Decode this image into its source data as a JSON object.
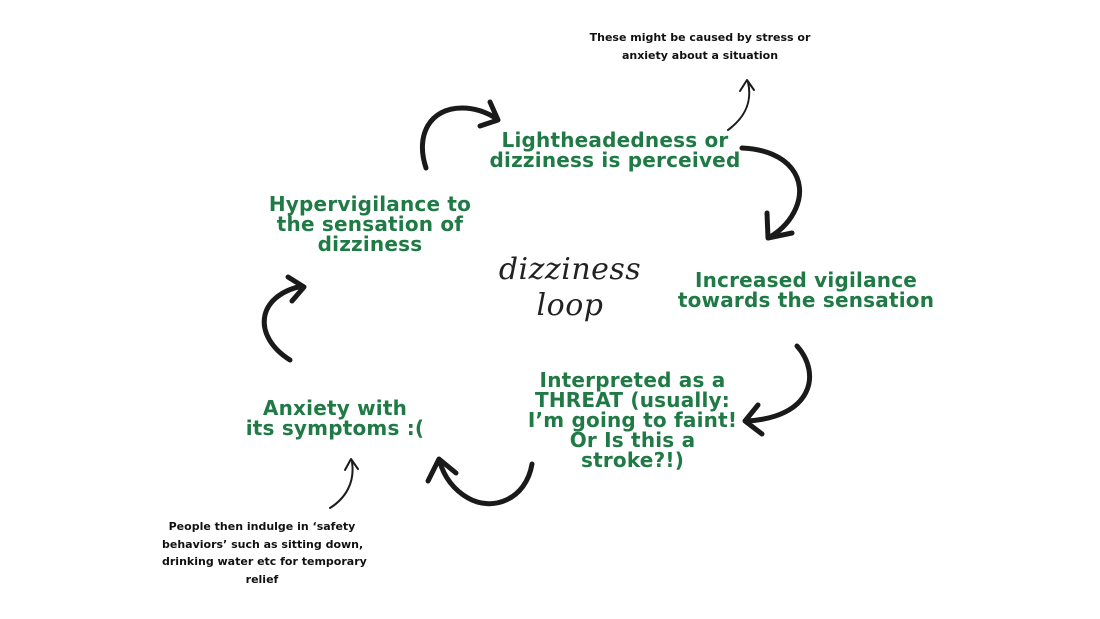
{
  "nodes": {
    "perceived": [
      "Lightheadedness or",
      "dizziness is perceived"
    ],
    "vigilance": [
      "Increased vigilance",
      "towards the sensation"
    ],
    "threat": [
      "Interpreted as a",
      "THREAT (usually:",
      "I’m going to faint!",
      "Or Is this a",
      "stroke?!)"
    ],
    "anxiety": [
      "Anxiety with",
      "its symptoms :("
    ],
    "hypervigilance": [
      "Hypervigilance to",
      "the sensation of",
      "dizziness"
    ]
  },
  "center": [
    "dizziness",
    "loop"
  ],
  "notes": {
    "top": [
      "These might be caused by stress or",
      "anxiety about a situation"
    ],
    "bottom": [
      "People then indulge in ‘safety",
      "behaviors’ such as sitting down,",
      "drinking water etc for temporary",
      "relief"
    ]
  },
  "colors": {
    "node_text": "#1f7a45",
    "arrow": "#1a1a1a",
    "note_text": "#111111"
  }
}
